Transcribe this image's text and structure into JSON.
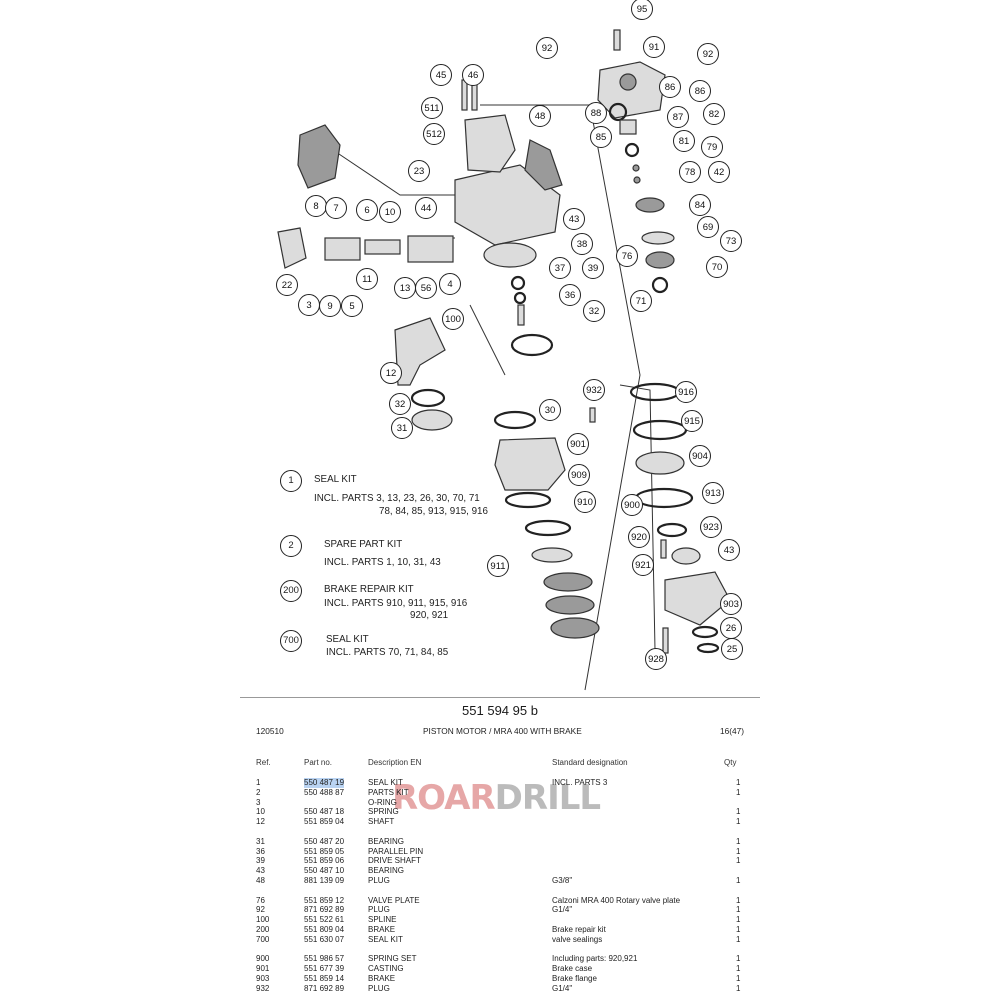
{
  "callouts": [
    "95",
    "92",
    "91",
    "92",
    "45",
    "46",
    "48",
    "511",
    "88",
    "86",
    "86",
    "85",
    "87",
    "82",
    "512",
    "81",
    "79",
    "23",
    "78",
    "42",
    "44",
    "8",
    "7",
    "6",
    "10",
    "43",
    "84",
    "69",
    "22",
    "11",
    "13",
    "56",
    "4",
    "38",
    "73",
    "76",
    "70",
    "37",
    "39",
    "3",
    "9",
    "5",
    "36",
    "71",
    "32",
    "100",
    "12",
    "32",
    "31",
    "30",
    "932",
    "916",
    "915",
    "901",
    "904",
    "909",
    "913",
    "910",
    "900",
    "923",
    "920",
    "43",
    "911",
    "921",
    "903",
    "26",
    "928",
    "25"
  ],
  "kits": [
    {
      "num": "1",
      "title": "SEAL KIT",
      "incl": "INCL. PARTS 3, 13, 23, 26, 30, 70, 71",
      "incl2": "78, 84, 85, 913, 915, 916"
    },
    {
      "num": "2",
      "title": "SPARE PART KIT",
      "incl": "INCL. PARTS 1, 10, 31, 43",
      "incl2": ""
    },
    {
      "num": "200",
      "title": "BRAKE REPAIR KIT",
      "incl": "INCL. PARTS 910, 911, 915, 916",
      "incl2": "920, 921"
    },
    {
      "num": "700",
      "title": "SEAL KIT",
      "incl": "INCL. PARTS 70, 71, 84, 85",
      "incl2": ""
    }
  ],
  "document": {
    "number": "551 594 95 b",
    "date_code": "120510",
    "title": "PISTON MOTOR / MRA 400 WITH BRAKE",
    "page": "16(47)"
  },
  "columns": {
    "ref": "Ref.",
    "part": "Part no.",
    "desc": "Description EN",
    "std": "Standard designation",
    "qty": "Qty"
  },
  "watermark": {
    "a": "ROAR",
    "b": "DRILL"
  },
  "rows": [
    {
      "ref": "1",
      "part": "550 487 19",
      "desc": "SEAL KIT",
      "std": "INCL. PARTS 3",
      "qty": "1",
      "hl": true
    },
    {
      "ref": "2",
      "part": "550 488 87",
      "desc": "PARTS KIT",
      "std": "",
      "qty": "1"
    },
    {
      "ref": "3",
      "part": "",
      "desc": "O-RING",
      "std": "",
      "qty": ""
    },
    {
      "ref": "10",
      "part": "550 487 18",
      "desc": "SPRING",
      "std": "",
      "qty": "1"
    },
    {
      "ref": "12",
      "part": "551 859 04",
      "desc": "SHAFT",
      "std": "",
      "qty": "1"
    },
    {
      "ref": "",
      "part": "",
      "desc": "",
      "std": "",
      "qty": ""
    },
    {
      "ref": "31",
      "part": "550 487 20",
      "desc": "BEARING",
      "std": "",
      "qty": "1"
    },
    {
      "ref": "36",
      "part": "551 859 05",
      "desc": "PARALLEL PIN",
      "std": "",
      "qty": "1"
    },
    {
      "ref": "39",
      "part": "551 859 06",
      "desc": "DRIVE SHAFT",
      "std": "",
      "qty": "1"
    },
    {
      "ref": "43",
      "part": "550 487 10",
      "desc": "BEARING",
      "std": "",
      "qty": ""
    },
    {
      "ref": "48",
      "part": "881 139 09",
      "desc": "PLUG",
      "std": "G3/8\"",
      "qty": "1"
    },
    {
      "ref": "",
      "part": "",
      "desc": "",
      "std": "",
      "qty": ""
    },
    {
      "ref": "76",
      "part": "551 859 12",
      "desc": "VALVE PLATE",
      "std": "Calzoni MRA 400 Rotary valve plate",
      "qty": "1"
    },
    {
      "ref": "92",
      "part": "871 692 89",
      "desc": "PLUG",
      "std": "G1/4\"",
      "qty": "1"
    },
    {
      "ref": "100",
      "part": "551 522 61",
      "desc": "SPLINE",
      "std": "",
      "qty": "1"
    },
    {
      "ref": "200",
      "part": "551 809 04",
      "desc": "BRAKE",
      "std": "Brake repair kit",
      "qty": "1"
    },
    {
      "ref": "700",
      "part": "551 630 07",
      "desc": "SEAL KIT",
      "std": "valve sealings",
      "qty": "1"
    },
    {
      "ref": "",
      "part": "",
      "desc": "",
      "std": "",
      "qty": ""
    },
    {
      "ref": "900",
      "part": "551 986 57",
      "desc": "SPRING SET",
      "std": "Including parts: 920,921",
      "qty": "1"
    },
    {
      "ref": "901",
      "part": "551 677 39",
      "desc": "CASTING",
      "std": "Brake case",
      "qty": "1"
    },
    {
      "ref": "903",
      "part": "551 859 14",
      "desc": "BRAKE",
      "std": "Brake flange",
      "qty": "1"
    },
    {
      "ref": "932",
      "part": "871 692 89",
      "desc": "PLUG",
      "std": "G1/4\"",
      "qty": "1"
    }
  ]
}
